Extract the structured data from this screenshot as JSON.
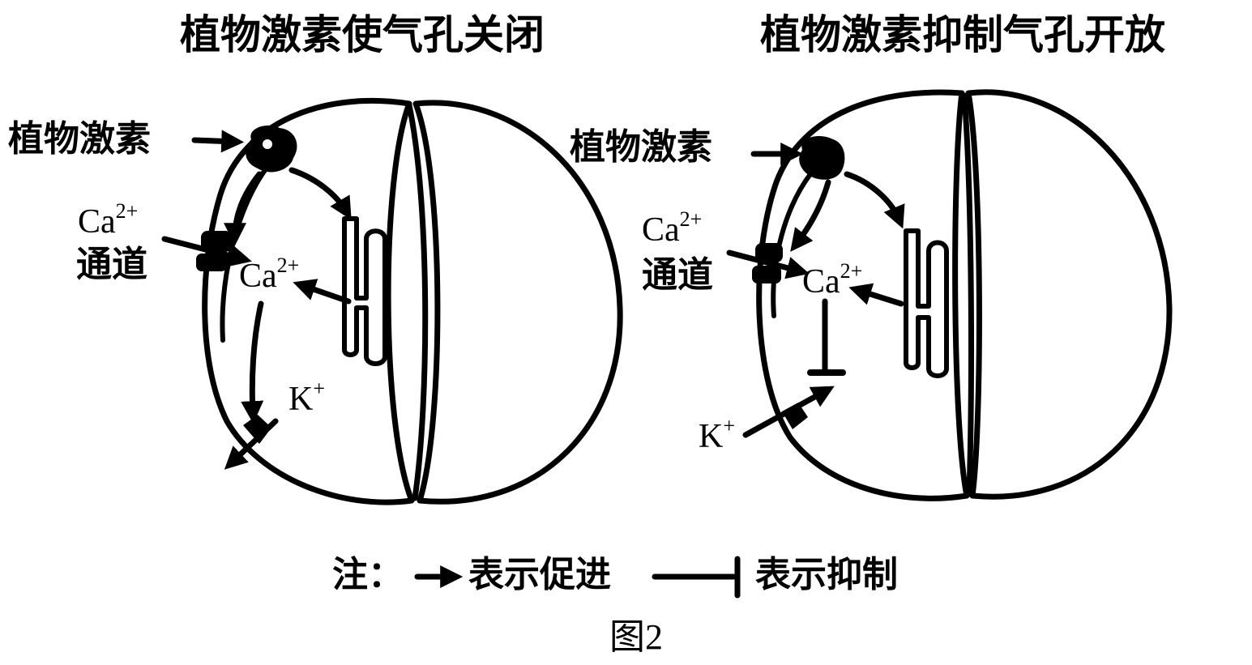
{
  "left_panel": {
    "title": "植物激素使气孔关闭",
    "hormone_label": "植物激素",
    "channel_label_ion": "Ca",
    "channel_label_charge": "2+",
    "channel_label_text": "通道",
    "ca_ion": "Ca",
    "ca_charge": "2+",
    "k_ion": "K",
    "k_charge": "+"
  },
  "right_panel": {
    "title": "植物激素抑制气孔开放",
    "hormone_label": "植物激素",
    "channel_label_ion": "Ca",
    "channel_label_charge": "2+",
    "channel_label_text": "通道",
    "ca_ion": "Ca",
    "ca_charge": "2+",
    "k_ion": "K",
    "k_charge": "+"
  },
  "legend": {
    "prefix": "注：",
    "promote_text": "表示促进",
    "inhibit_text": "表示抑制"
  },
  "figure_caption": "图2"
}
